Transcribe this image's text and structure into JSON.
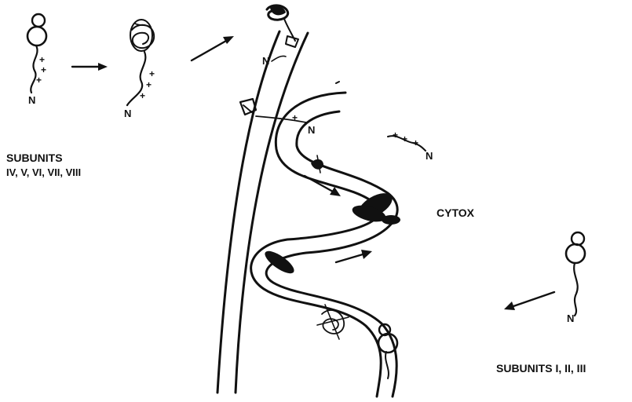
{
  "labels": {
    "subunits_left_line1": "SUBUNITS",
    "subunits_left_line2": "IV, V, VI, VII, VIII",
    "cytox": "CYTOX",
    "subunits_right": "SUBUNITS I, II, III",
    "n_terminus": "N"
  },
  "colors": {
    "ink": "#111111",
    "background": "#ffffff"
  }
}
